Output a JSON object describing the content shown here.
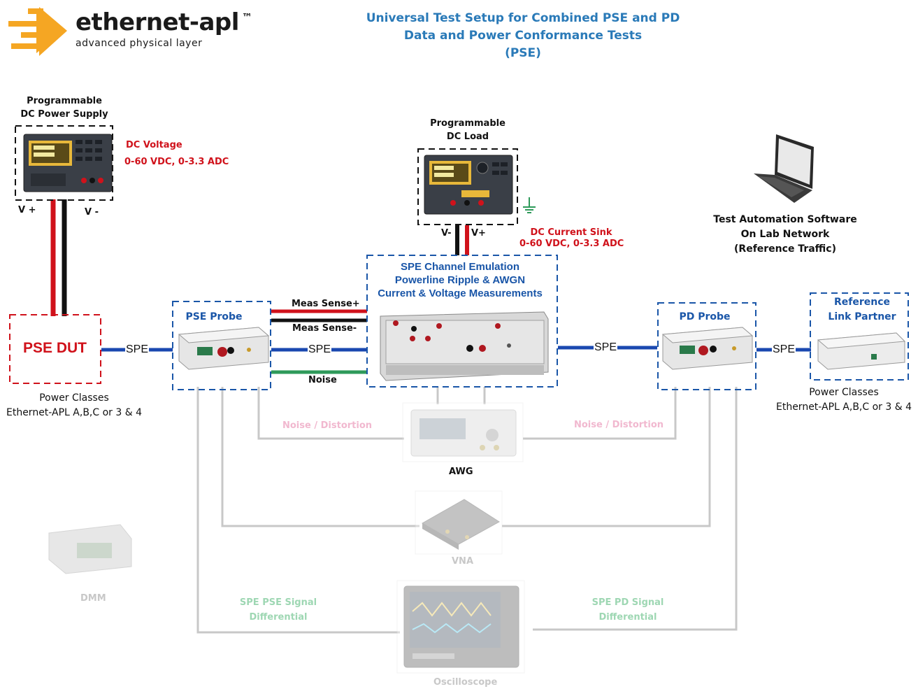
{
  "brand": {
    "name": "ethernet-apl",
    "trademark": "™",
    "tagline": "advanced physical layer",
    "color": "#f5a623"
  },
  "title": {
    "line1": "Universal Test Setup for Combined PSE and PD",
    "line2": "Data and Power Conformance Tests",
    "line3": "(PSE)",
    "color": "#2a7ab8"
  },
  "power_supply": {
    "label_line1": "Programmable",
    "label_line2": "DC Power Supply",
    "v_plus": "V +",
    "v_minus": "V -",
    "spec_title": "DC Voltage",
    "spec_value": "0-60 VDC, 0-3.3 ADC"
  },
  "dc_load": {
    "label_line1": "Programmable",
    "label_line2": "DC Load",
    "v_minus": "V-",
    "v_plus": "V+",
    "spec_title": "DC Current Sink",
    "spec_value": "0-60 VDC, 0-3.3 ADC"
  },
  "laptop": {
    "line1": "Test Automation Software",
    "line2": "On Lab Network",
    "line3": "(Reference Traffic)"
  },
  "pse_dut": {
    "label": "PSE DUT",
    "power_line1": "Power Classes",
    "power_line2": "Ethernet-APL A,B,C or 3 & 4"
  },
  "pse_probe": {
    "label": "PSE Probe"
  },
  "channel": {
    "line1": "SPE Channel Emulation",
    "line2": "Powerline Ripple & AWGN",
    "line3": "Current & Voltage Measurements"
  },
  "pd_probe": {
    "label": "PD Probe"
  },
  "link_partner": {
    "line1": "Reference",
    "line2": "Link Partner",
    "power_line1": "Power Classes",
    "power_line2": "Ethernet-APL A,B,C or 3 & 4"
  },
  "connections": {
    "spe": "SPE",
    "meas_sense_plus": "Meas Sense+",
    "meas_sense_minus": "Meas Sense-",
    "noise": "Noise"
  },
  "instruments": {
    "awg": "AWG",
    "noise_left": "Noise / Distortion",
    "noise_right": "Noise / Distortion",
    "vna": "VNA",
    "dmm": "DMM",
    "pse_signal_line1": "SPE PSE Signal",
    "pse_signal_line2": "Differential",
    "pd_signal_line1": "SPE PD Signal",
    "pd_signal_line2": "Differential",
    "oscilloscope": "Oscilloscope"
  },
  "colors": {
    "red_wire": "#d0121b",
    "black_wire": "#111111",
    "spe_wire": "#1a48b0",
    "noise_wire": "#2e9a5a",
    "dashed_red": "#d0121b",
    "dashed_blue": "#1a56a8",
    "faint_line": "#c8c8c8"
  }
}
